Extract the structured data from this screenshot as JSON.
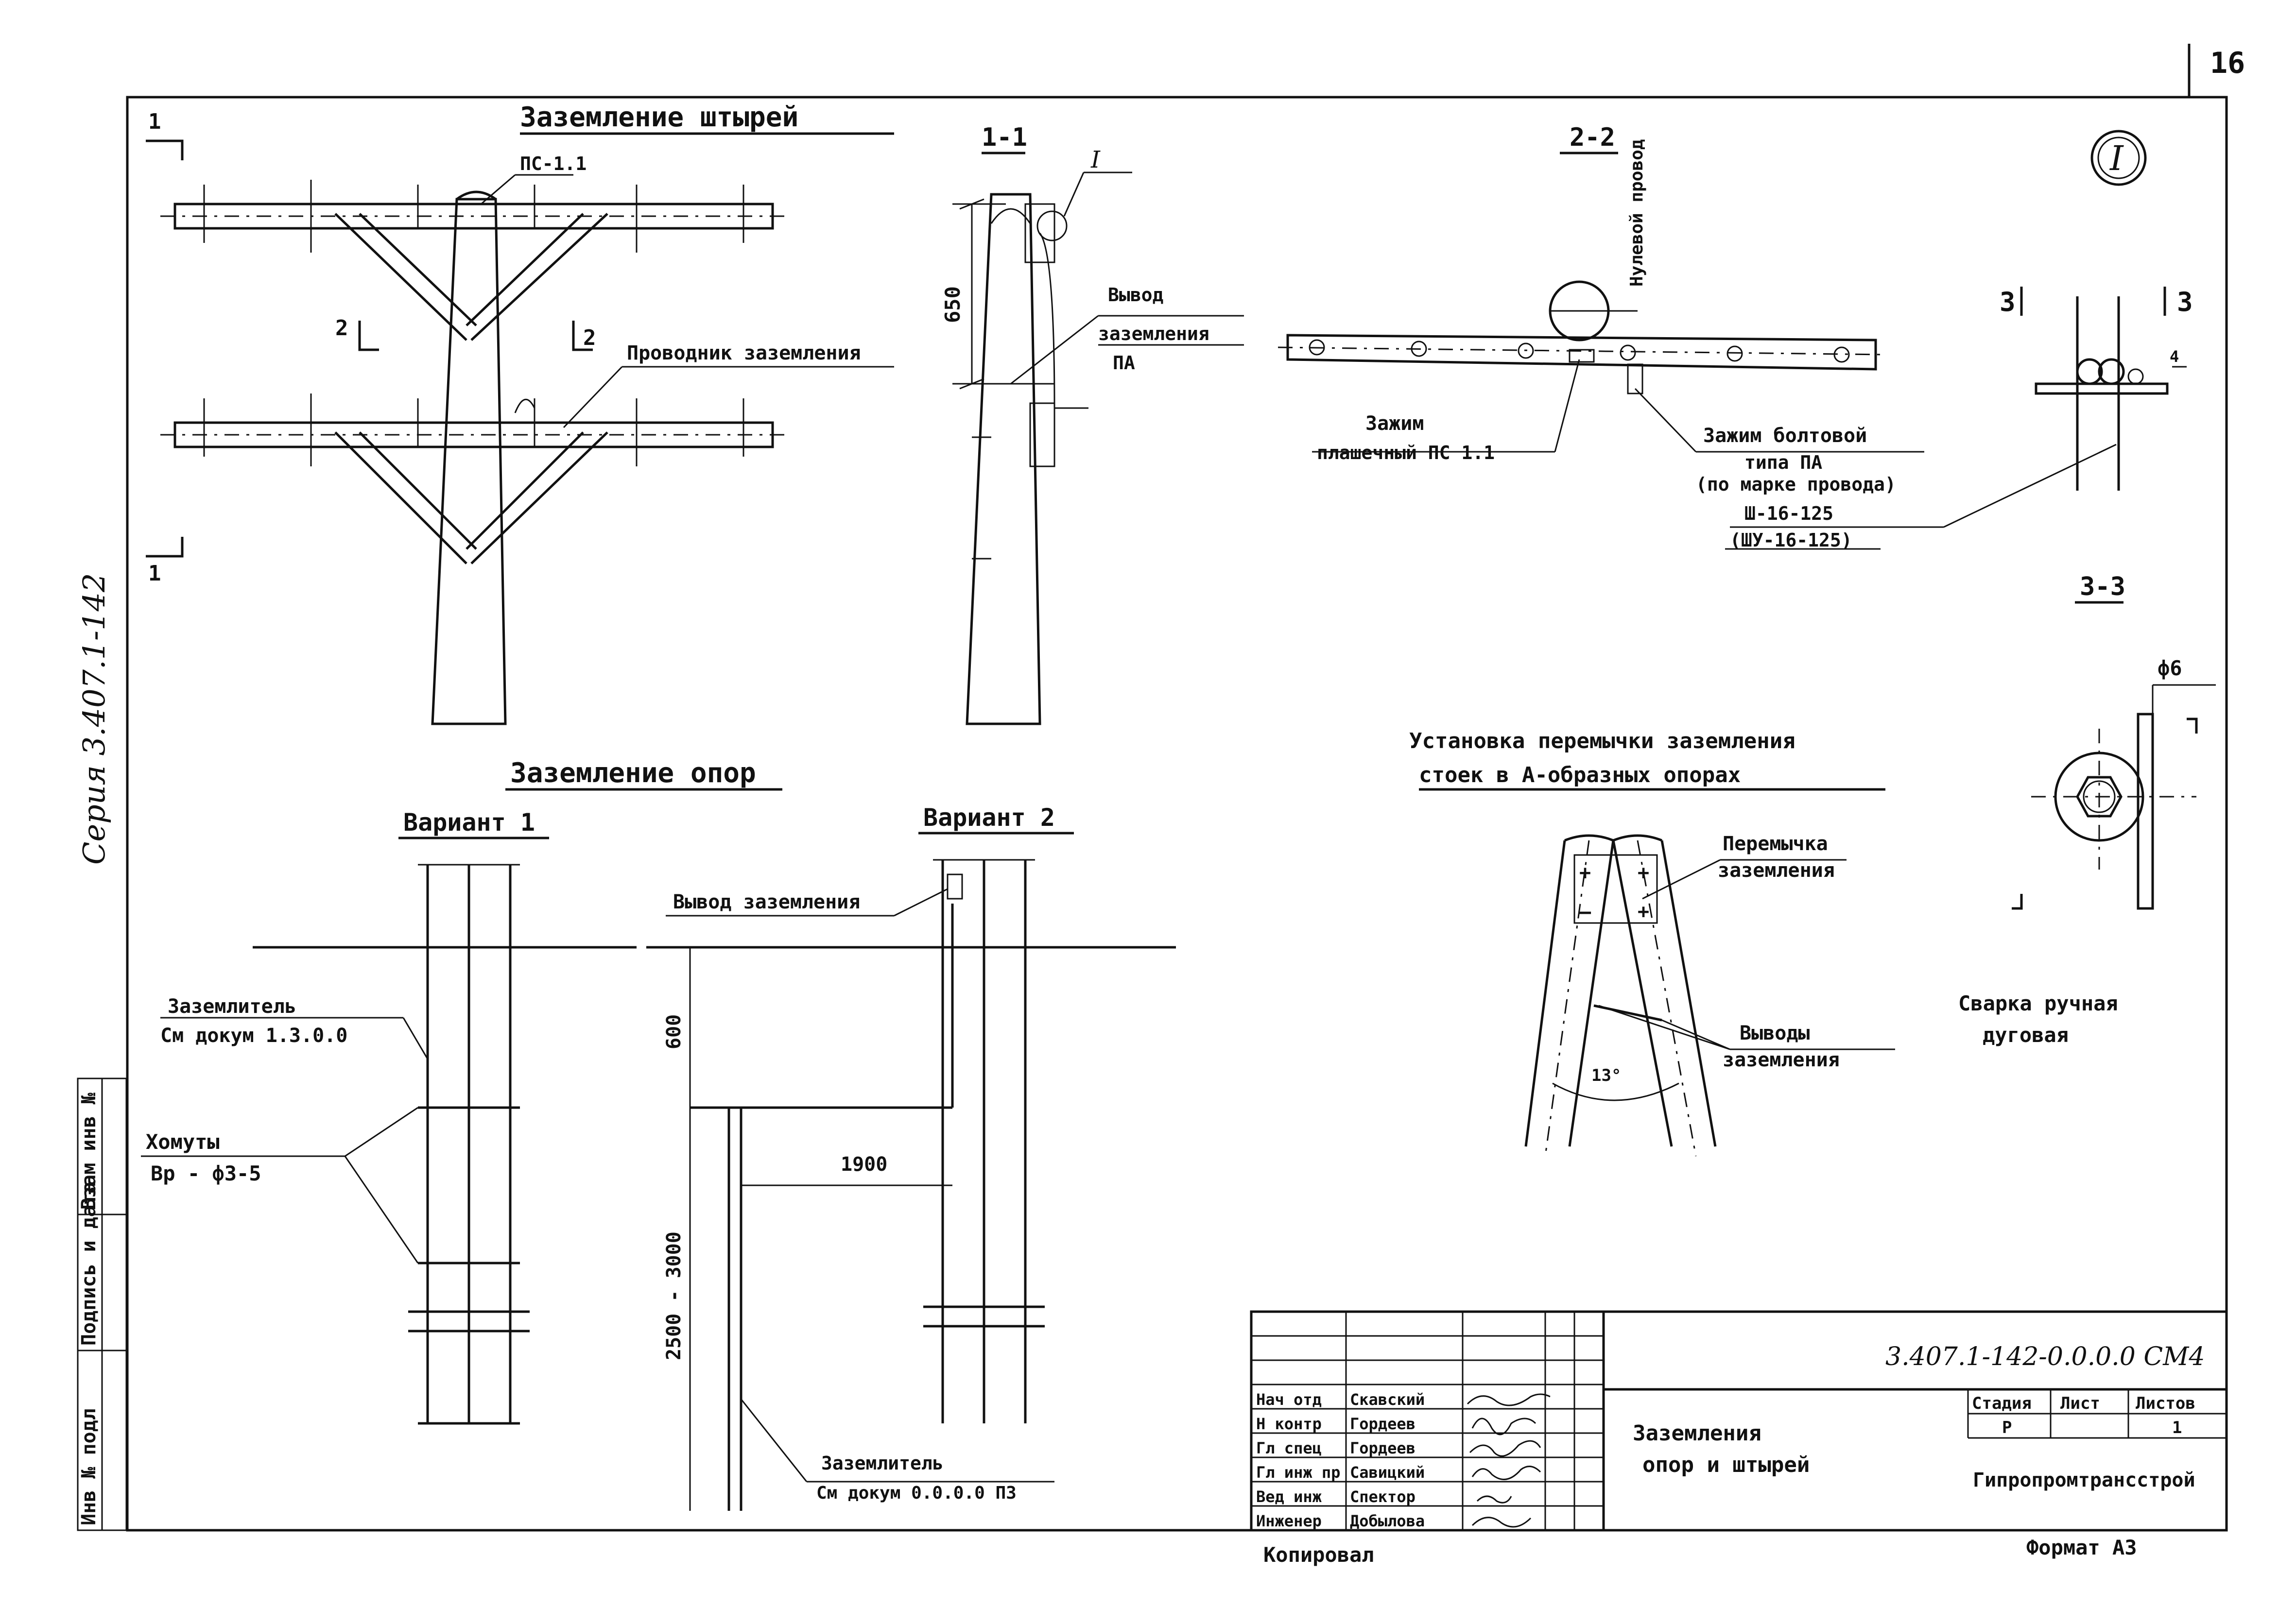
{
  "page_number": "16",
  "series_label": "Серия 3.407.1-142",
  "circle_mark": "I",
  "pin_grounding": {
    "title": "Заземление штырей",
    "ps_label": "ПС-1.1",
    "conductor_label": "Проводник заземления",
    "cut_1": "1",
    "cut_2": "2"
  },
  "section_1_1": {
    "title": "1-1",
    "mark_I": "I",
    "dim_650": "650",
    "lead_line1": "Вывод",
    "lead_line2": "заземления",
    "lead_line3": "ПА"
  },
  "section_2_2": {
    "title": "2-2",
    "neutral_wire": "Нулевой провод",
    "clamp_plate_1": "Зажим",
    "clamp_plate_2": "плашечный ПС 1.1",
    "bolt_clamp_1": "Зажим болтовой",
    "bolt_clamp_2": "типа ПА",
    "bolt_clamp_3": "(по марке провода)",
    "bolt_clamp_4": "Ш-16-125",
    "bolt_clamp_5": "(ШУ-16-125)"
  },
  "section_3_3": {
    "title": "3-3",
    "cut_3": "3",
    "dim_4": "4",
    "phi6": "ф6",
    "weld_line1": "Сварка ручная",
    "weld_line2": "дуговая"
  },
  "support_grounding": {
    "title": "Заземление опор",
    "variant1": "Вариант 1",
    "variant2": "Вариант 2",
    "grounder_line1": "Заземлитель",
    "grounder_line2": "См докум 1.3.0.0",
    "clamps_line1": "Хомуты",
    "clamps_line2": "Вр - ф3-5",
    "lead_v2": "Вывод заземления",
    "dim_600": "600",
    "dim_1900": "1900",
    "dim_2500_3000": "2500 - 3000",
    "grounder2_line1": "Заземлитель",
    "grounder2_line2": "См докум 0.0.0.0 ПЗ"
  },
  "jumper": {
    "title_line1": "Установка перемычки заземления",
    "title_line2": "стоек в А-образных опорах",
    "jumper_line1": "Перемычка",
    "jumper_line2": "заземления",
    "leads_line1": "Выводы",
    "leads_line2": "заземления",
    "angle": "13°"
  },
  "left_margin_cells": [
    "Инв № подл",
    "Подпись и дата",
    "Взам инв №"
  ],
  "title_block": {
    "code": "3.407.1-142-0.0.0.0 СМ4",
    "sheet_title_line1": "Заземления",
    "sheet_title_line2": "опор и штырей",
    "stage_header": "Стадия",
    "sheet_header": "Лист",
    "sheets_header": "Листов",
    "stage": "Р",
    "sheet": "",
    "sheets": "1",
    "org": "Гипропромтрансстрой",
    "roles": [
      "Нач отд",
      "Н контр",
      "Гл спец",
      "Гл инж пр",
      "Вед инж",
      "Инженер"
    ],
    "names": [
      "Скавский",
      "Гордеев",
      "Гордеев",
      "Савицкий",
      "Спектор",
      "Добылова"
    ]
  },
  "copied": "Копировал",
  "format": "Формат А3"
}
